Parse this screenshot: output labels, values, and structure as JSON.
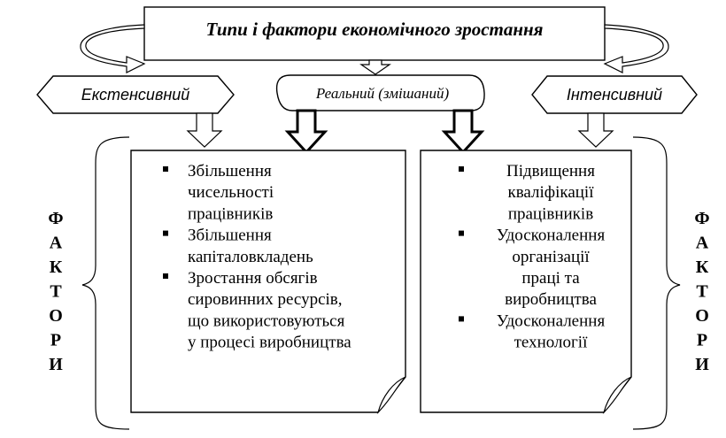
{
  "title": "Типи і фактори економічного зростання",
  "types": {
    "extensive": "Екстенсивний",
    "mixed": "Реальний (змішаний)",
    "intensive": "Інтенсивний"
  },
  "side_label": {
    "left": [
      "Ф",
      "А",
      "К",
      "Т",
      "О",
      "Р",
      "И"
    ],
    "right": [
      "Ф",
      "А",
      "К",
      "Т",
      "О",
      "Р",
      "И"
    ]
  },
  "factors": {
    "extensive": [
      [
        "Збільшення",
        "чисельності",
        "працівників"
      ],
      [
        "Збільшення",
        "капіталовкладень"
      ],
      [
        "Зростання обсягів",
        "сировинних ресурсів,",
        "що використовуються",
        "у процесі виробництва"
      ]
    ],
    "intensive": [
      [
        "Підвищення",
        "кваліфікації",
        "працівників"
      ],
      [
        "Удосконалення",
        "організації",
        "праці та",
        "виробництва"
      ],
      [
        "Удосконалення",
        "технології"
      ]
    ]
  }
}
